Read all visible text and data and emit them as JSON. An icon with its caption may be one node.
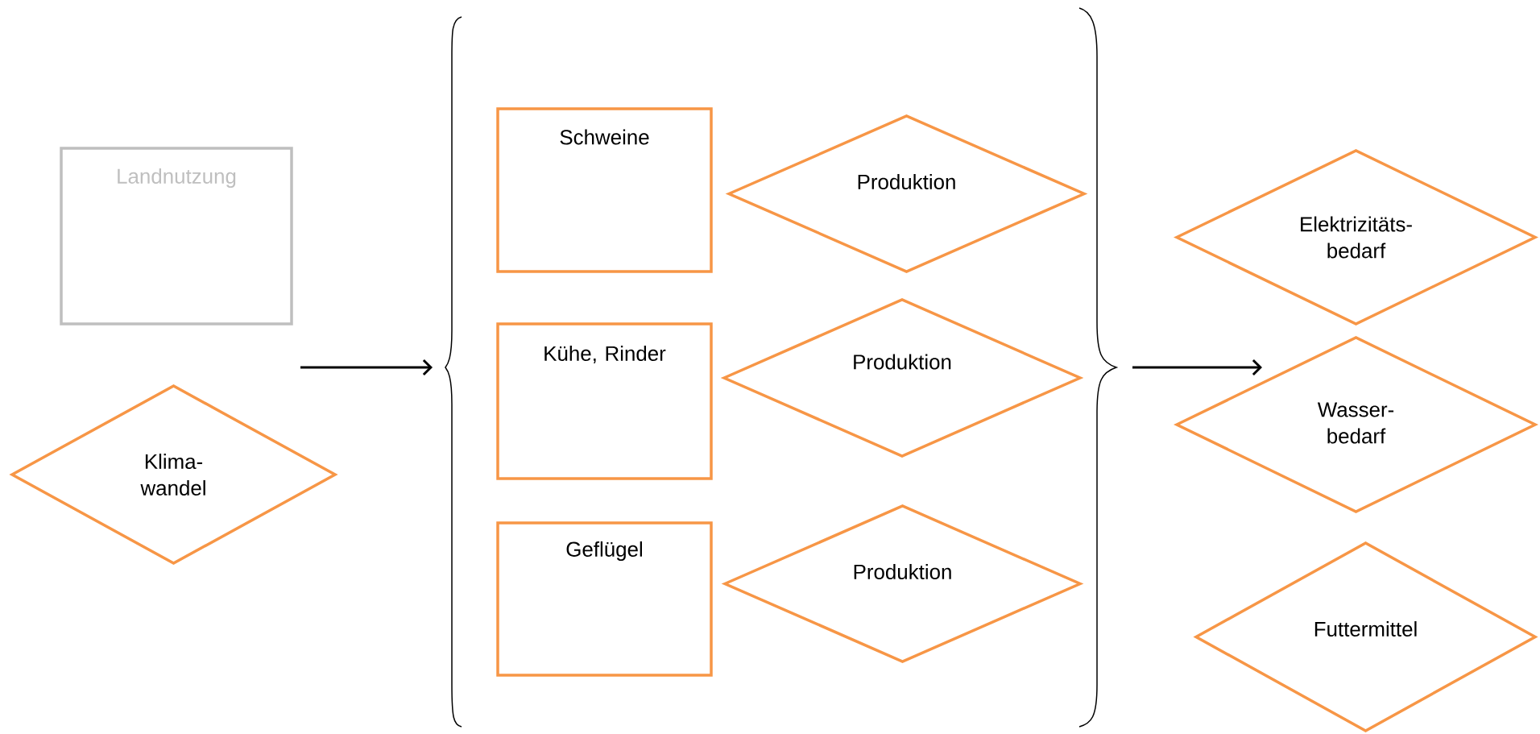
{
  "diagram": {
    "nodes": [
      {
        "text": [
          "Landnutzung"
        ]
      },
      {
        "text": [
          "Klima- wandel"
        ]
      },
      {
        "text": [
          "Schweine"
        ]
      },
      {
        "text": [
          "Produktion"
        ]
      },
      {
        "text": [
          "Kühe, Rinder"
        ]
      },
      {
        "text": [
          "Produktion"
        ]
      },
      {
        "text": [
          "Geflügel"
        ]
      },
      {
        "text": [
          "Produktion"
        ]
      },
      {
        "text": [
          "Elektrizitäts- bedarf"
        ]
      },
      {
        "text": [
          "Wasser- bedarf"
        ]
      },
      {
        "text": [
          "Futtermittel"
        ]
      }
    ]
  }
}
